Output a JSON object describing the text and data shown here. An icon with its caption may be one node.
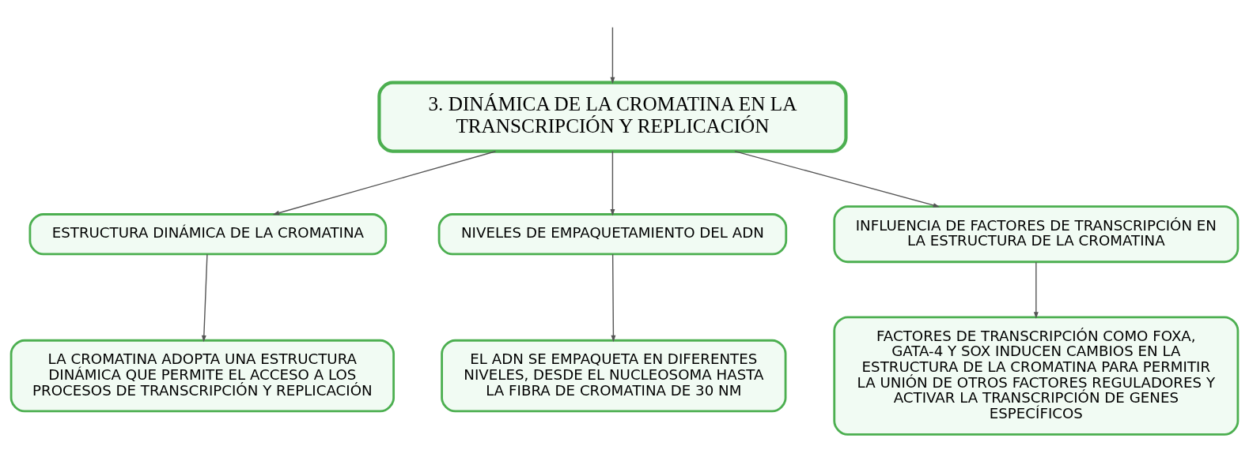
{
  "diagram": {
    "nodes": [
      {
        "text": [
          "3. DINÁMICA DE LA CROMATINA EN LA TRANSCRIPCIÓN Y REPLICACIÓN"
        ]
      },
      {
        "text": [
          "ESTRUCTURA DINÁMICA DE LA CROMATINA"
        ]
      },
      {
        "text": [
          "NIVELES DE EMPAQUETAMIENTO DEL ADN"
        ]
      },
      {
        "text": [
          "INFLUENCIA DE FACTORES DE TRANSCRIPCIÓN EN LA ESTRUCTURA DE LA CROMATINA"
        ]
      },
      {
        "text": [
          "LA CROMATINA ADOPTA UNA ESTRUCTURA DINÁMICA QUE PERMITE EL ACCESO A LOS PROCESOS DE TRANSCRIPCIÓN Y REPLICACIÓN"
        ]
      },
      {
        "text": [
          "EL ADN SE EMPAQUETA EN DIFERENTES NIVELES, DESDE EL NUCLEOSOMA HASTA LA FIBRA DE CROMATINA DE 30 NM"
        ]
      },
      {
        "text": [
          "FACTORES DE TRANSCRIPCIÓN COMO FOXA, GATA-4 Y SOX INDUCEN CAMBIOS EN LA ESTRUCTURA DE LA CROMATINA PARA PERMITIR LA UNIÓN DE OTROS FACTORES REGULADORES Y ACTIVAR LA TRANSCRIPCIÓN DE GENES ESPECÍFICOS"
        ]
      }
    ],
    "edges": [
      {
        "from": null,
        "to": 0,
        "arrow": "to"
      },
      {
        "from": 0,
        "to": 1,
        "arrow": "to"
      },
      {
        "from": 0,
        "to": 2,
        "arrow": "to"
      },
      {
        "from": 0,
        "to": 3,
        "arrow": "to"
      },
      {
        "from": 1,
        "to": 4,
        "arrow": "to"
      },
      {
        "from": 2,
        "to": 5,
        "arrow": "to"
      },
      {
        "from": 3,
        "to": 6,
        "arrow": "to"
      }
    ]
  }
}
